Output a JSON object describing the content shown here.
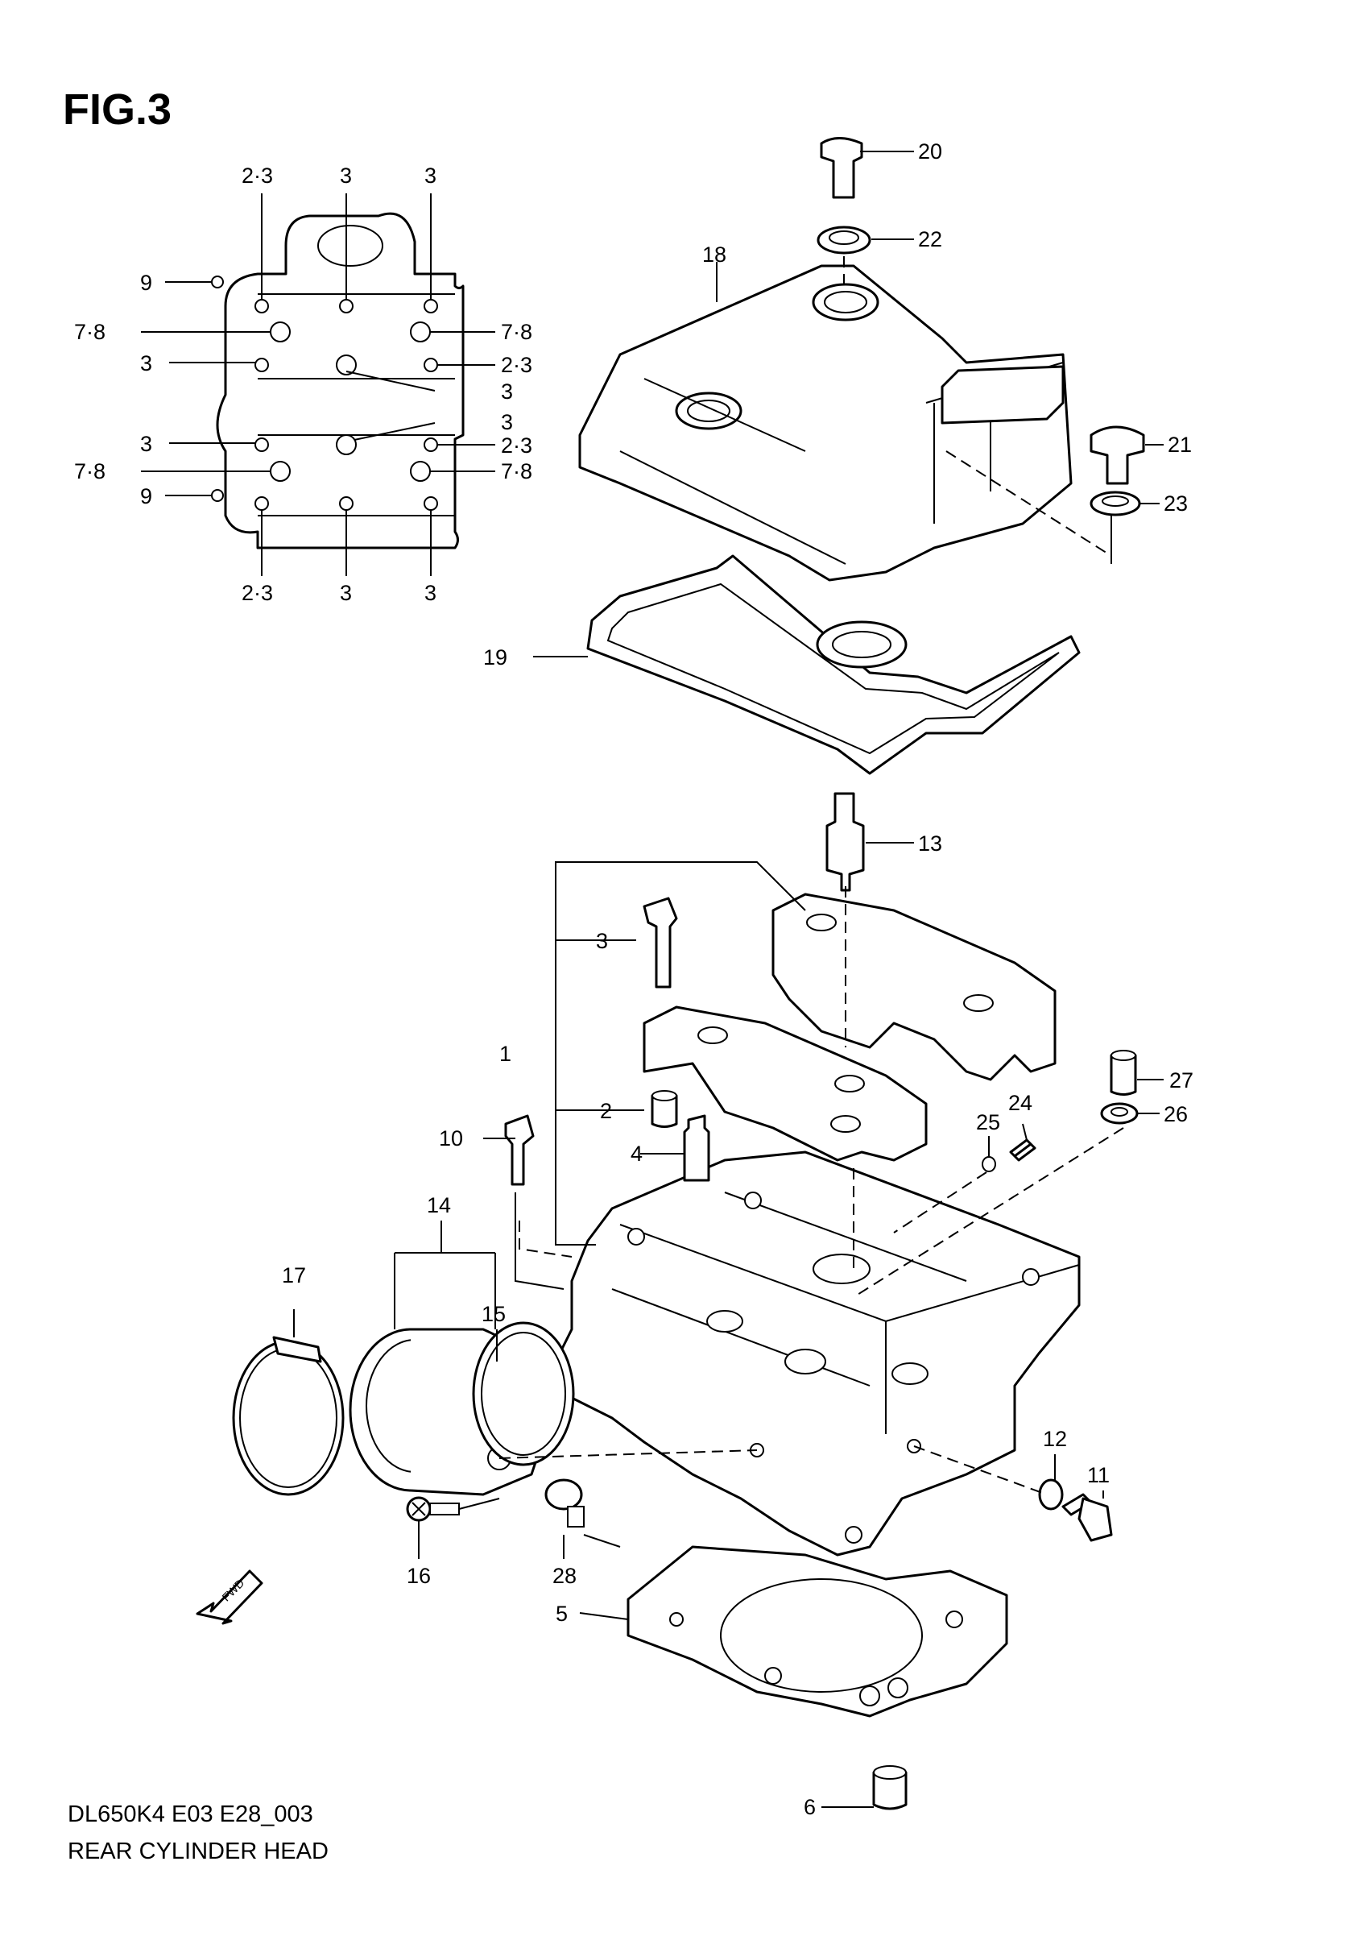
{
  "figure": {
    "title": "FIG.3",
    "model_code": "DL650K4 E03 E28_003",
    "name": "REAR CYLINDER HEAD",
    "fwd_arrow": "FWD"
  },
  "bolt_pattern_labels": [
    "2·3",
    "3",
    "3",
    "9",
    "7·8",
    "7·8",
    "3",
    "2·3",
    "3",
    "3",
    "3",
    "2·3",
    "7·8",
    "7·8",
    "9",
    "2·3",
    "3",
    "3"
  ],
  "callouts": [
    "20",
    "22",
    "18",
    "21",
    "23",
    "19",
    "13",
    "3",
    "1",
    "2",
    "4",
    "10",
    "27",
    "26",
    "24",
    "25",
    "14",
    "17",
    "15",
    "12",
    "11",
    "16",
    "28",
    "5",
    "6"
  ]
}
